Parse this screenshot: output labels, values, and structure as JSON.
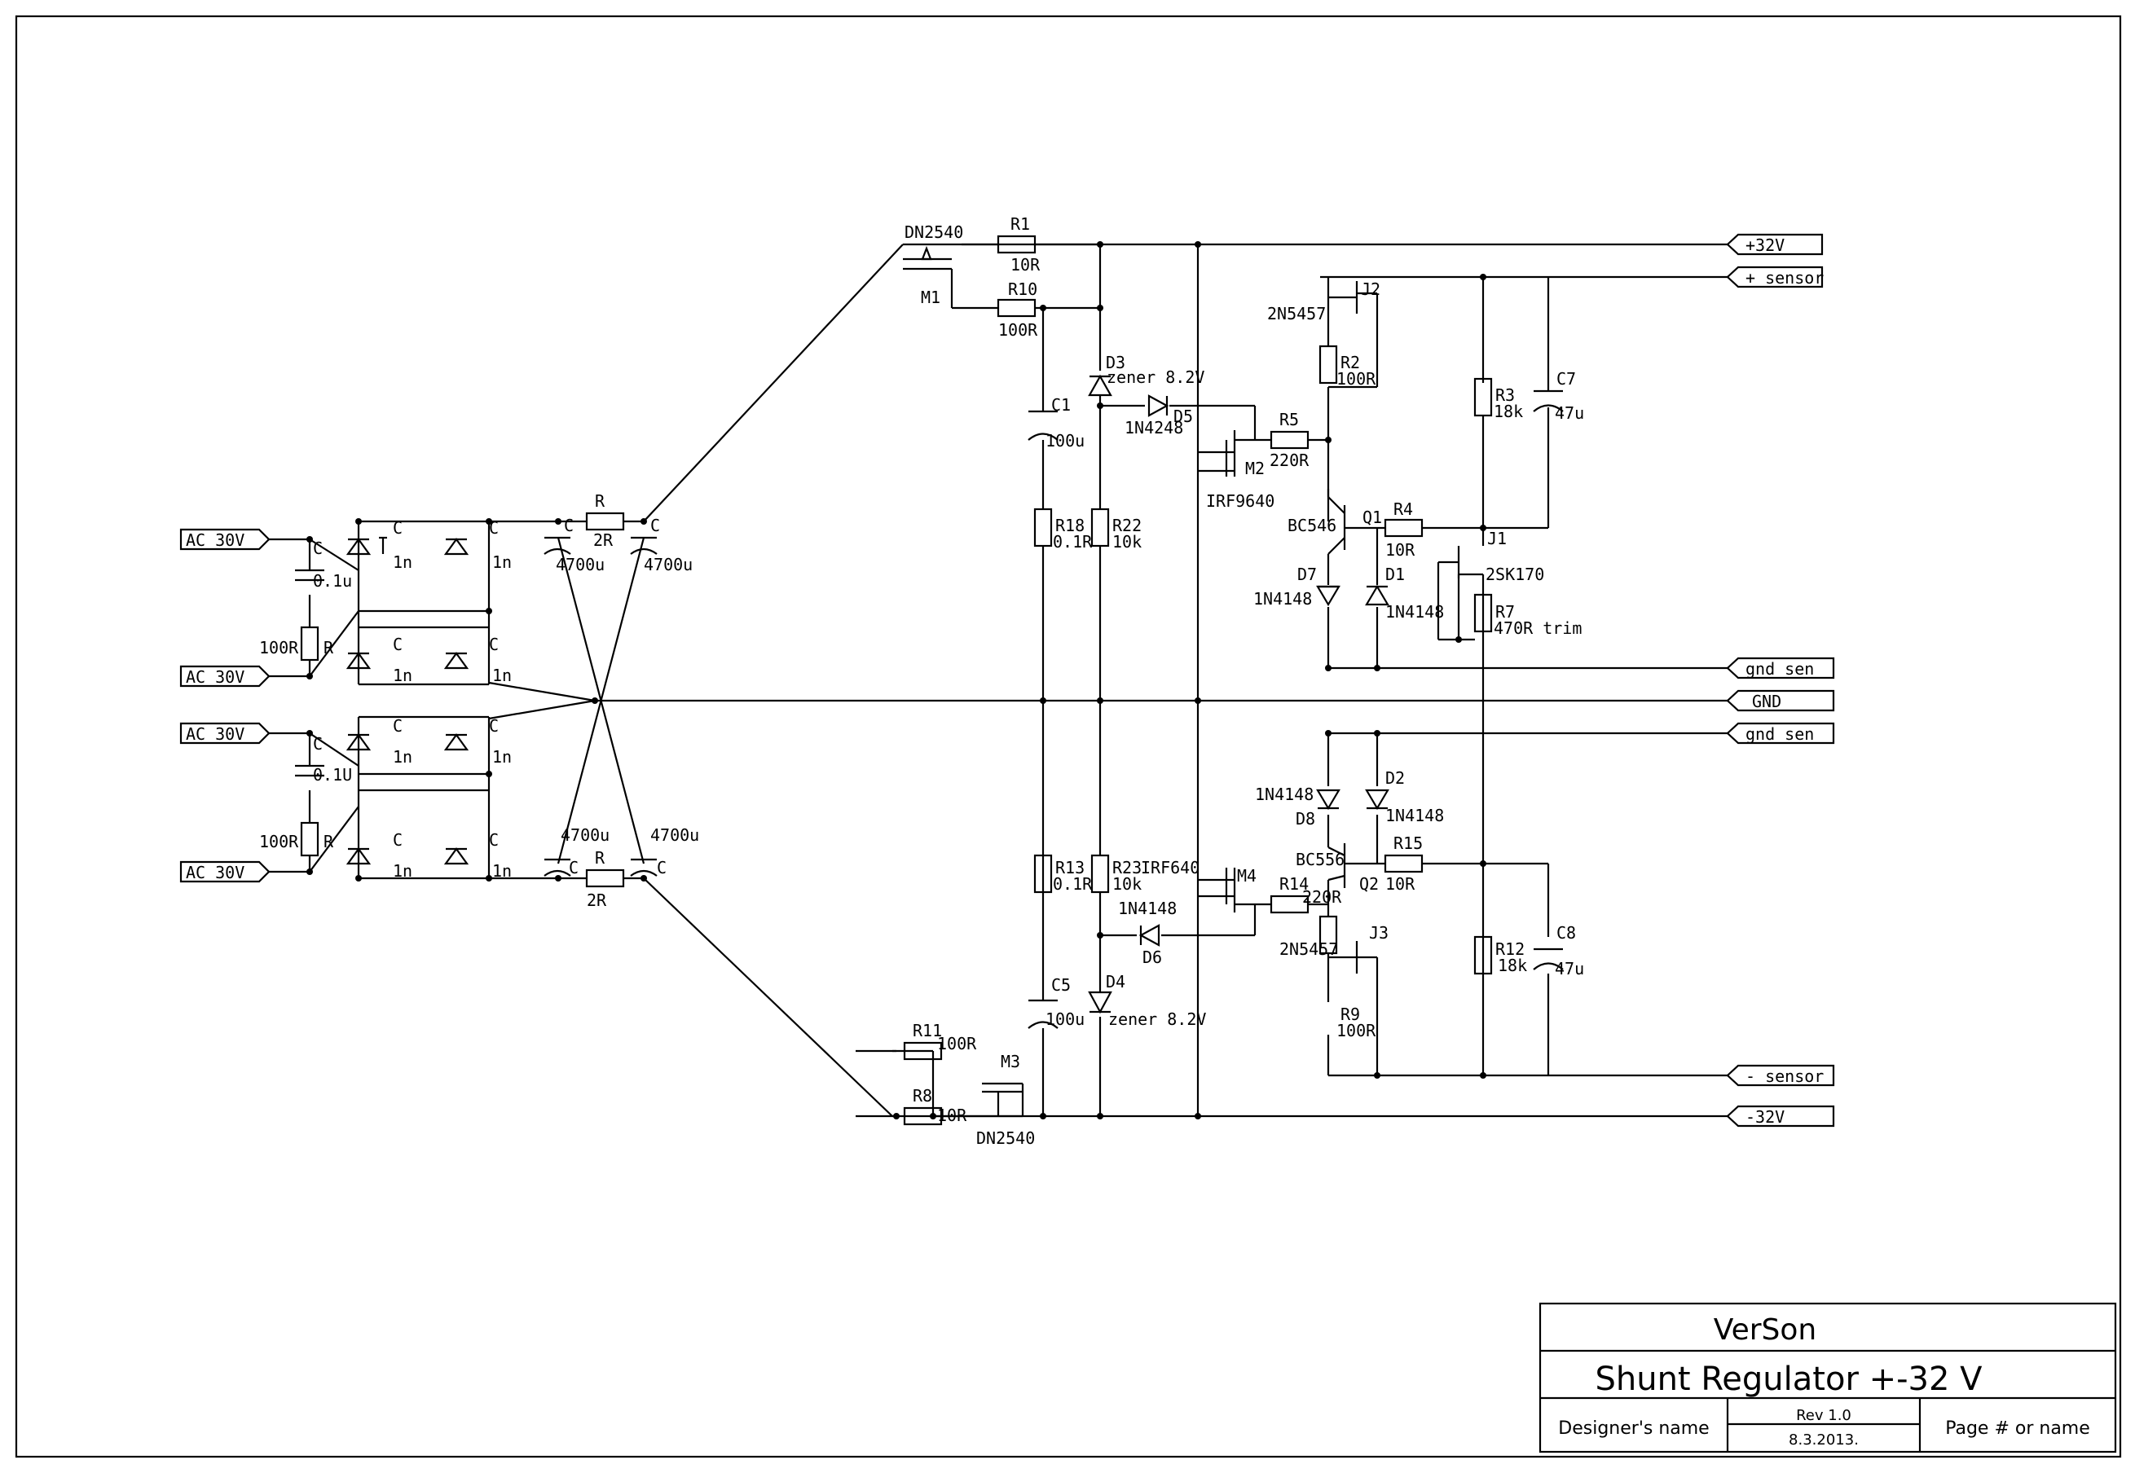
{
  "title_block": {
    "company": "VerSon",
    "title": "Shunt Regulator +-32 V",
    "designer": "Designer's name",
    "rev": "Rev 1.0",
    "date": "8.3.2013.",
    "page": "Page # or name"
  },
  "ports": {
    "p32": "+32V",
    "psense": "+ sensor",
    "gndsen1": "gnd sen",
    "gnd": "GND",
    "gndsen2": "gnd sen",
    "msense": "- sensor",
    "m32": "-32V",
    "ac1": "AC 30V",
    "ac2": "AC 30V",
    "ac3": "AC 30V",
    "ac4": "AC 30V"
  },
  "labels": {
    "m1_part": "DN2540",
    "m1_ref": "M1",
    "r1_ref": "R1",
    "r1_val": "10R",
    "r10_ref": "R10",
    "r10_val": "100R",
    "d3_ref": "D3",
    "d3_val": "zener 8.2V",
    "d5_ref": "D5",
    "d5_val": "1N4248",
    "r5_ref": "R5",
    "r5_val": "220R",
    "m2_ref": "M2",
    "m2_val": "IRF9640",
    "c1_ref": "C1",
    "c1_val": "100u",
    "r18_ref": "R18",
    "r18_val": "0.1R",
    "r22_ref": "R22",
    "r22_val": "10k",
    "j2_ref": "J2",
    "j2_val": "2N5457",
    "r2_ref": "R2",
    "r2_val": "100R",
    "r3_ref": "R3",
    "r3_val": "18k",
    "c7_ref": "C7",
    "c7_val": "47u",
    "q1_ref": "Q1",
    "q1_val": "BC546",
    "r4_ref": "R4",
    "r4_val": "10R",
    "j1_ref": "J1",
    "j1_val": "2SK170",
    "d7_ref": "D7",
    "d7_val": "1N4148",
    "d1_ref": "D1",
    "d1_val": "1N4148",
    "r7_ref": "R7",
    "r7_val": "470R trim",
    "d8_ref": "D8",
    "d8_val": "1N4148",
    "d2_ref": "D2",
    "d2_val": "1N4148",
    "q2_ref": "Q2",
    "q2_val": "BC556",
    "r15_ref": "R15",
    "r15_val": "10R",
    "m4_ref": "M4",
    "m4_val": "IRF640",
    "r14_ref": "R14",
    "r14_val": "220R",
    "r13_ref": "R13",
    "r13_val": "0.1R",
    "r23_ref": "R23",
    "r23_val": "10k",
    "d6_ref": "D6",
    "d6_val": "1N4148",
    "j3_ref": "J3",
    "j3_val": "2N5457",
    "r9_ref": "R9",
    "r9_val": "100R",
    "r12_ref": "R12",
    "r12_val": "18k",
    "c8_ref": "C8",
    "c8_val": "47u",
    "c5_ref": "C5",
    "c5_val": "100u",
    "d4_ref": "D4",
    "d4_val": "zener 8.2V",
    "r11_ref": "R11",
    "r11_val": "100R",
    "r8_ref": "R8",
    "r8_val": "10R",
    "m3_ref": "M3",
    "m3_val": "DN2540",
    "rtop_ref": "R",
    "rtop_val": "2R",
    "rbot_ref": "R",
    "rbot_val": "2R",
    "ctop1_ref": "C",
    "ctop1_val": "4700u",
    "ctop2_ref": "C",
    "ctop2_val": "4700u",
    "cbot1_ref": "C",
    "cbot1_val": "4700u",
    "cbot2_ref": "C",
    "cbot2_val": "4700u",
    "csn1_ref": "C",
    "csn1_val": "0.1u",
    "rsn1_ref": "R",
    "rsn1_val": "100R",
    "csn2_ref": "C",
    "csn2_val": "0.1U",
    "rsn2_ref": "R",
    "rsn2_val": "100R",
    "bridge_cap_ref": "C",
    "bridge_cap_val": "1n"
  }
}
